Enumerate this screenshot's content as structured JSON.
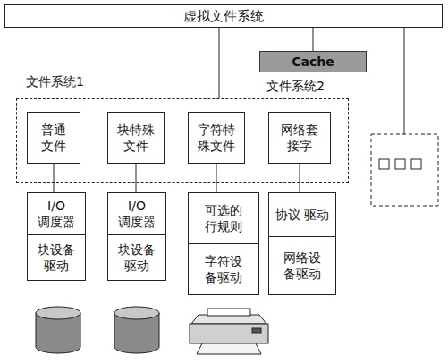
{
  "diagram": {
    "nodes": [
      {
        "text": [
          "虚拟文件系统"
        ]
      },
      {
        "text": [
          "Cache"
        ]
      },
      {
        "text": [
          "文件系统1"
        ]
      },
      {
        "text": [
          "普通 文件"
        ],
        "in": 2
      },
      {
        "text": [
          "块特殊 文件"
        ],
        "in": 2
      },
      {
        "text": [
          "字符特 殊文件"
        ],
        "in": 2
      },
      {
        "text": [
          "网络套 接字"
        ],
        "in": 2
      },
      {
        "text": [
          "I/O 调度器"
        ]
      },
      {
        "text": [
          "块设备 驱动"
        ]
      },
      {
        "text": [
          "I/O 调度器"
        ]
      },
      {
        "text": [
          "块设备 驱动"
        ]
      },
      {
        "text": [
          "可选的 行规则"
        ]
      },
      {
        "text": [
          "字符设 备驱动"
        ]
      },
      {
        "text": [
          "协议 驱动"
        ]
      },
      {
        "text": [
          "网络设 备驱动"
        ]
      }
    ],
    "edges": [
      {
        "from": 0,
        "to": 2,
        "arrow": "none"
      },
      {
        "from": 0,
        "to": 1,
        "arrow": "none"
      },
      {
        "from": 3,
        "to": 7,
        "arrow": "none"
      },
      {
        "from": 4,
        "to": 9,
        "arrow": "none"
      },
      {
        "from": 5,
        "to": 11,
        "arrow": "none"
      },
      {
        "from": 6,
        "to": 13,
        "arrow": "none"
      }
    ],
    "labels": [
      "文件系统2"
    ]
  }
}
